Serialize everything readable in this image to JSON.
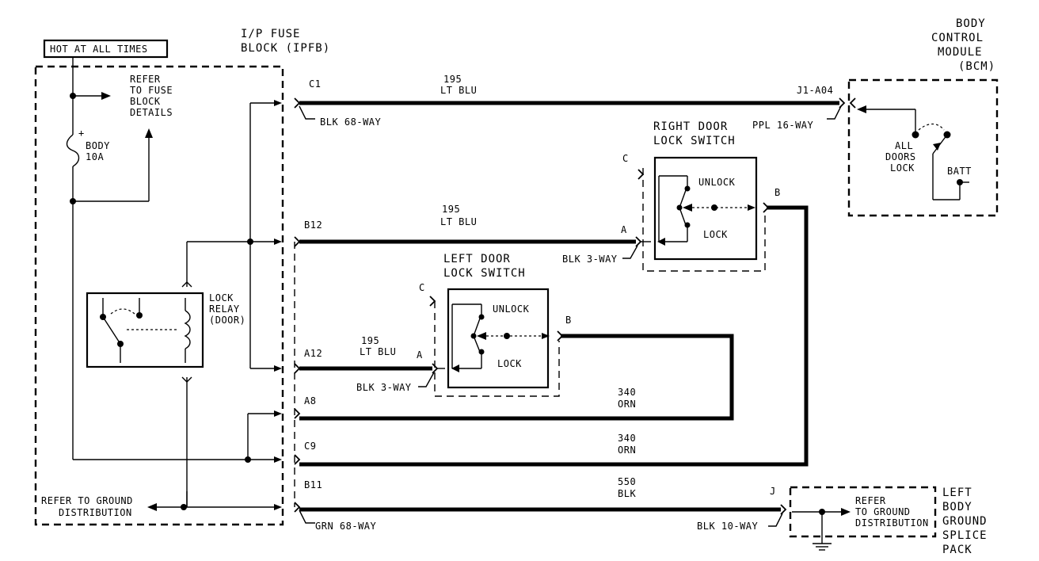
{
  "labels": {
    "hot": "HOT AT ALL TIMES",
    "ipfb_1": "I/P FUSE",
    "ipfb_2": "BLOCK (IPFB)",
    "bcm_1": "BODY",
    "bcm_2": "CONTROL",
    "bcm_3": "MODULE",
    "bcm_4": "(BCM)",
    "refer_fuse_1": "REFER",
    "refer_fuse_2": "TO FUSE",
    "refer_fuse_3": "BLOCK",
    "refer_fuse_4": "DETAILS",
    "fuse_plus": "+",
    "fuse_1": "BODY",
    "fuse_2": "10A",
    "relay_1": "LOCK",
    "relay_2": "RELAY",
    "relay_3": "(DOOR)",
    "refer_ground_1": "REFER TO GROUND",
    "refer_ground_2": "DISTRIBUTION",
    "rds_1": "RIGHT DOOR",
    "rds_2": "LOCK SWITCH",
    "lds_1": "LEFT DOOR",
    "lds_2": "LOCK SWITCH",
    "unlock": "UNLOCK",
    "lock": "LOCK",
    "all_doors_1": "ALL",
    "all_doors_2": "DOORS",
    "all_doors_3": "LOCK",
    "batt": "BATT",
    "lbg_1": "LEFT",
    "lbg_2": "BODY",
    "lbg_3": "GROUND",
    "lbg_4": "SPLICE",
    "lbg_5": "PACK",
    "refer_lbg_1": "REFER",
    "refer_lbg_2": "TO GROUND",
    "refer_lbg_3": "DISTRIBUTION"
  },
  "pins": {
    "c1": "C1",
    "b12": "B12",
    "a12": "A12",
    "a8": "A8",
    "c9": "C9",
    "b11": "B11",
    "j1_a04": "J1-A04",
    "rds_c": "C",
    "rds_a": "A",
    "rds_b": "B",
    "lds_c": "C",
    "lds_a": "A",
    "lds_b": "B",
    "j": "J"
  },
  "connectors": {
    "blk68": "BLK 68-WAY",
    "ppl16": "PPL 16-WAY",
    "blk3_right": "BLK 3-WAY",
    "blk3_left": "BLK 3-WAY",
    "grn68": "GRN 68-WAY",
    "blk10": "BLK 10-WAY"
  },
  "wires": {
    "w195_top_num": "195",
    "w195_top_color": "LT BLU",
    "w195_mid_num": "195",
    "w195_mid_color": "LT BLU",
    "w195_low_num": "195",
    "w195_low_color": "LT BLU",
    "w340_a_num": "340",
    "w340_a_color": "ORN",
    "w340_b_num": "340",
    "w340_b_color": "ORN",
    "w550_num": "550",
    "w550_color": "BLK"
  }
}
